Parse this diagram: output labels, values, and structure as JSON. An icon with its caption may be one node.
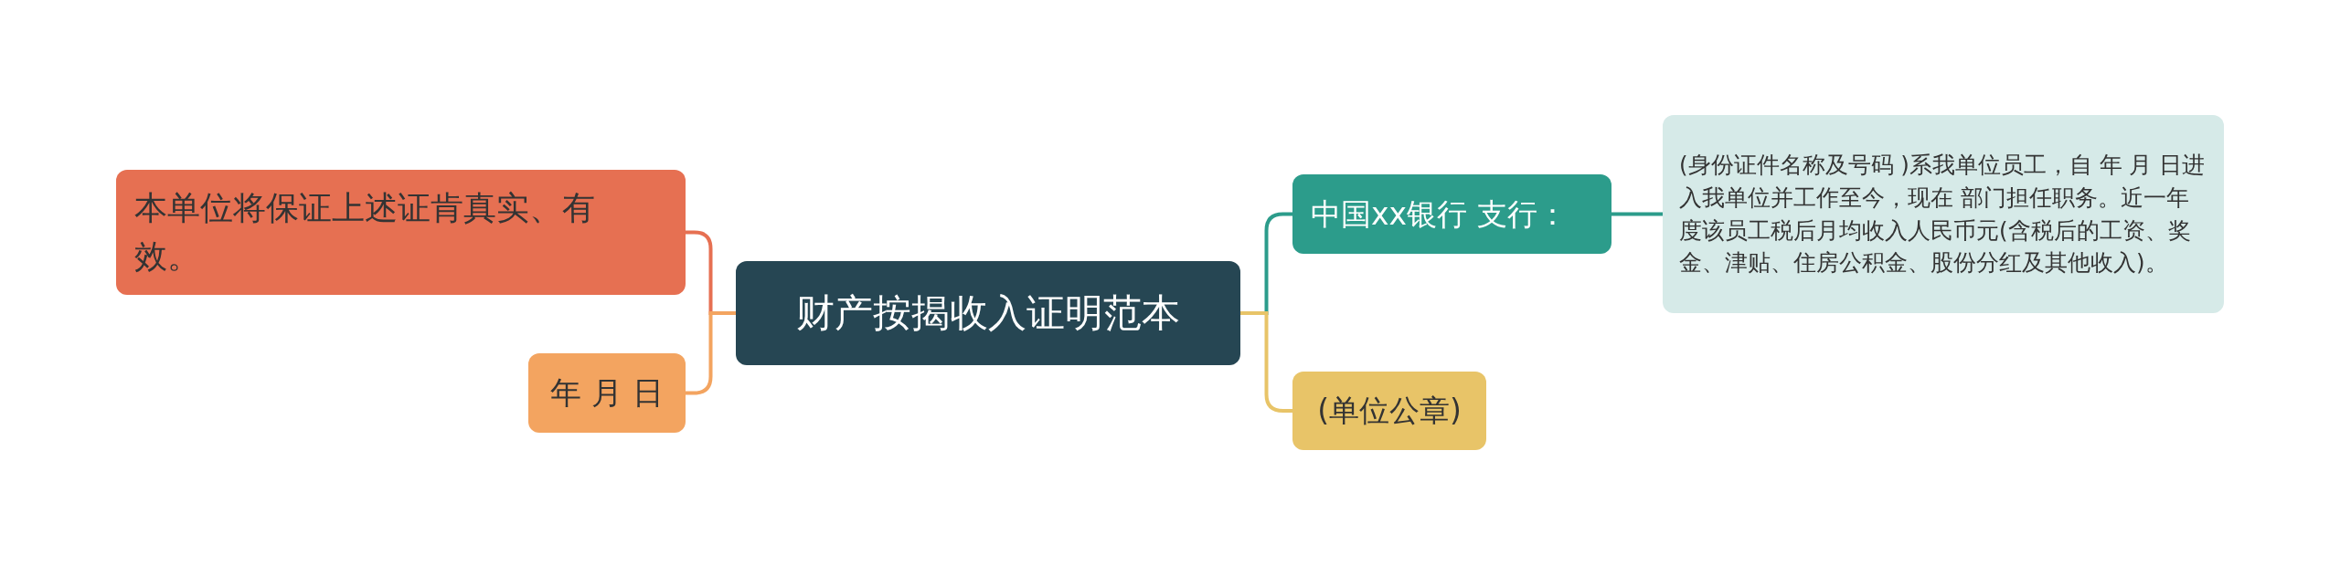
{
  "diagram": {
    "nodes": [
      {
        "text": [
          "财产按揭收入证明范本"
        ]
      },
      {
        "text": [
          "本单位将保证上述证肯真实、有效。"
        ]
      },
      {
        "text": [
          "年 月 日"
        ]
      },
      {
        "text": [
          "中国xx银行 支行："
        ]
      },
      {
        "text": [
          "(身份证件名称及号码 )系我单位员工，自 年 月 日进入我单位并工作至今，现在 部门担任职务。近一年度该员工税后月均收入人民币元(含税后的工资、奖金、津贴、住房公积金、股份分红及其他收入)。"
        ]
      },
      {
        "text": [
          "(单位公章)"
        ]
      }
    ],
    "edges": [
      {
        "from": 0,
        "to": 1,
        "arrow": "none",
        "color": "#e67052"
      },
      {
        "from": 0,
        "to": 2,
        "arrow": "none",
        "color": "#f3a460"
      },
      {
        "from": 0,
        "to": 3,
        "arrow": "none",
        "color": "#2c9c8b"
      },
      {
        "from": 3,
        "to": 4,
        "arrow": "none",
        "color": "#2c9c8b"
      },
      {
        "from": 0,
        "to": 5,
        "arrow": "none",
        "color": "#e8c468"
      }
    ]
  }
}
